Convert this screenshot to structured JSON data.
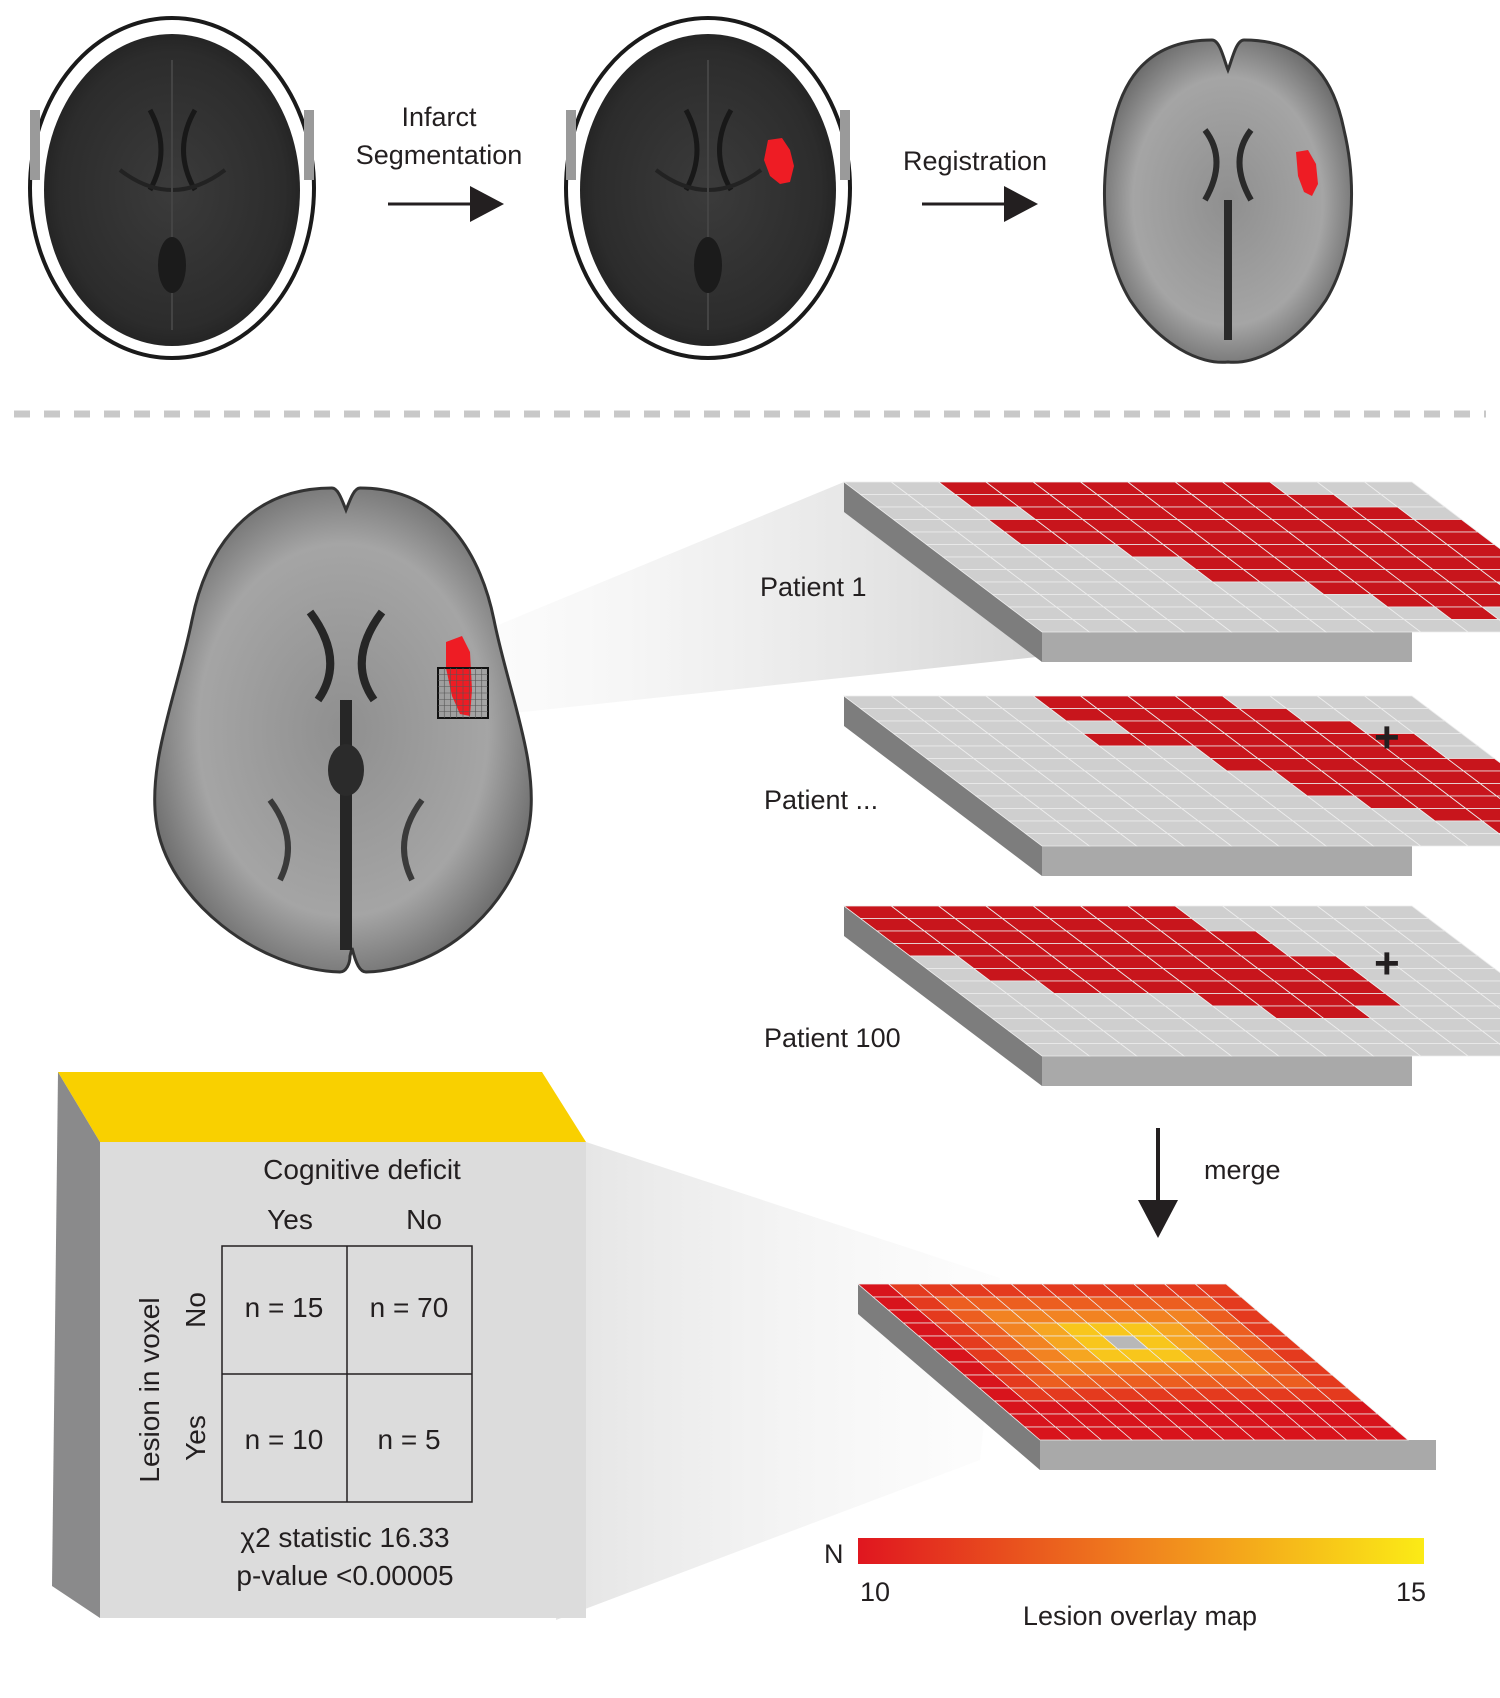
{
  "pipeline": {
    "step1_line1": "Infarct",
    "step1_line2": "Segmentation",
    "step2": "Registration"
  },
  "patients": [
    {
      "label": "Patient 1"
    },
    {
      "label": "Patient ..."
    },
    {
      "label": "Patient 100"
    }
  ],
  "plus_sign": "+",
  "merge_label": "merge",
  "contingency": {
    "col_title": "Cognitive deficit",
    "col_yes": "Yes",
    "col_no": "No",
    "row_title": "Lesion in voxel",
    "row_no": "No",
    "row_yes": "Yes",
    "cells": {
      "no_yes": "n = 15",
      "no_no": "n = 70",
      "yes_yes": "n = 10",
      "yes_no": "n = 5"
    },
    "stat_line": "χ2 statistic 16.33",
    "p_line": "p-value <0.00005"
  },
  "colorbar": {
    "symbol": "N",
    "min_label": "10",
    "max_label": "15",
    "title": "Lesion overlay map",
    "color_low": "#e0161f",
    "color_mid": "#f0821e",
    "color_high": "#fbeb16"
  },
  "colors": {
    "lesion_red": "#c8151c",
    "grid_gray": "#cfcfcf",
    "panel_yellow": "#f9d000",
    "panel_gray": "#dcdcdc"
  }
}
